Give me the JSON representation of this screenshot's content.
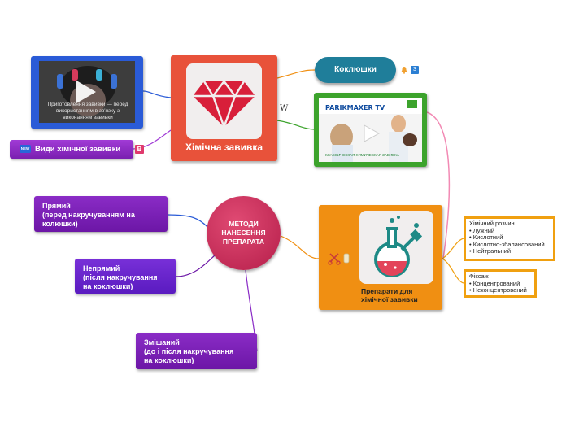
{
  "central": {
    "title": "Хімічна завивка",
    "icon": "gem-icon",
    "color": "#e8523a"
  },
  "video1": {
    "overlay_text": "Приготовлення завивки — перед використанням в зв'язку з виконанням завивки",
    "icon": "play-icon"
  },
  "pill": {
    "label": "Коклюшки",
    "count": "3"
  },
  "video2": {
    "brand": "PARIKMAXER TV",
    "caption": "КЛАССИЧЕСКАЯ ХИМИЧЕСКАЯ ЗАВИВКА"
  },
  "wiki": {
    "icon": "wikipedia-icon",
    "glyph": "W"
  },
  "types_label": {
    "new_badge": "NEW",
    "text": "Види хімічної завивки",
    "b_badge": "B"
  },
  "method": {
    "title": "МЕТОДИ\nНАНЕСЕННЯ\nПРЕПАРАТА"
  },
  "methods": [
    {
      "text": "Прямий\n(перед накручуванням на\nколюшки)"
    },
    {
      "text": "Непрямий\n(після накручування\nна коклюшки)"
    },
    {
      "text": "Змішаний\n(до і після накручування\nна коклюшки)"
    }
  ],
  "prep": {
    "title": "Препарати для хімічної завивки",
    "icon": "flask-icon"
  },
  "info1": {
    "heading": "Хімічний розчин",
    "items": [
      "• Лужний",
      "• Кислотний",
      "• Кислотно-збалансований",
      "• Нейтральний"
    ]
  },
  "info2": {
    "heading": "Фіксаж",
    "items": [
      "• Концентрований",
      "• Неконцентрований"
    ]
  },
  "colors": {
    "orange": "#f08f12",
    "purple": "#8a2cc6",
    "teal": "#1f7e9a",
    "green": "#3ca32c",
    "blue": "#2a5bd7",
    "pink": "#c8346a"
  }
}
